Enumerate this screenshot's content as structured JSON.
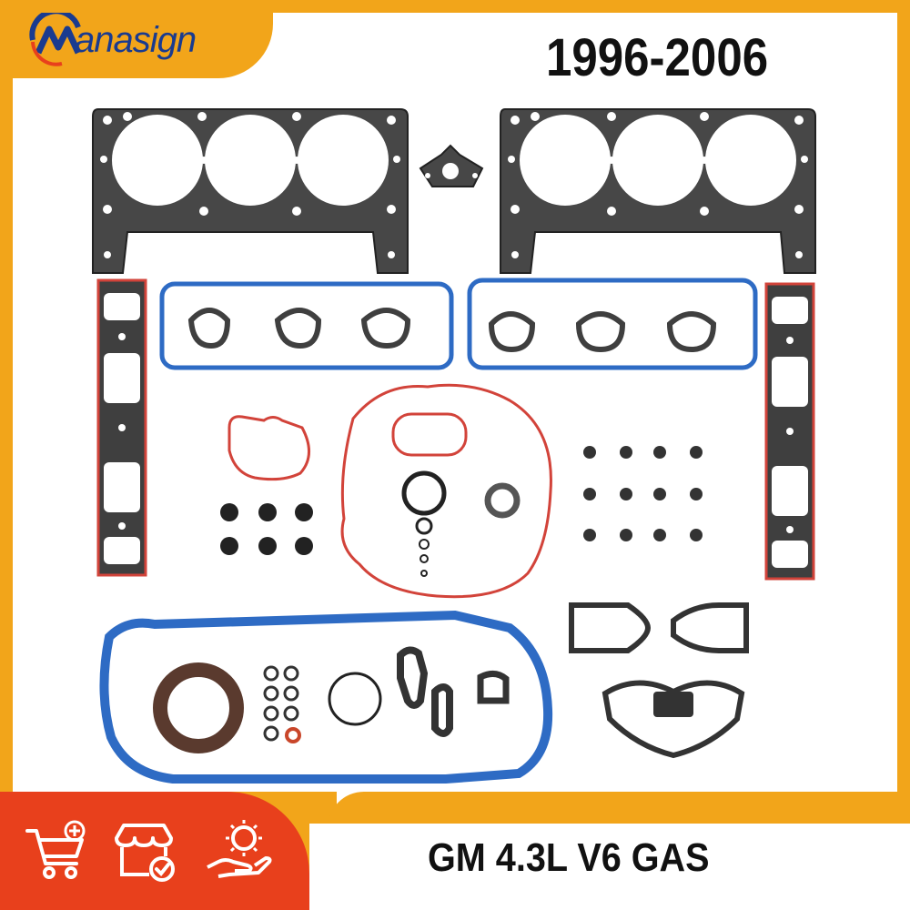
{
  "brand": {
    "logo_text": "anasign"
  },
  "header": {
    "year_range": "1996-2006"
  },
  "footer": {
    "title": "GM 4.3L V6 GAS",
    "icons": [
      "cart-add-icon",
      "store-check-icon",
      "hand-badge-icon"
    ]
  },
  "colors": {
    "accent": "#f2a51a",
    "footer_red": "#e8401c",
    "logo_blue": "#1a3b8f",
    "gasket_gray": "#3f3f3f",
    "gasket_blue": "#2e6bc4",
    "gasket_red": "#d2433a"
  }
}
